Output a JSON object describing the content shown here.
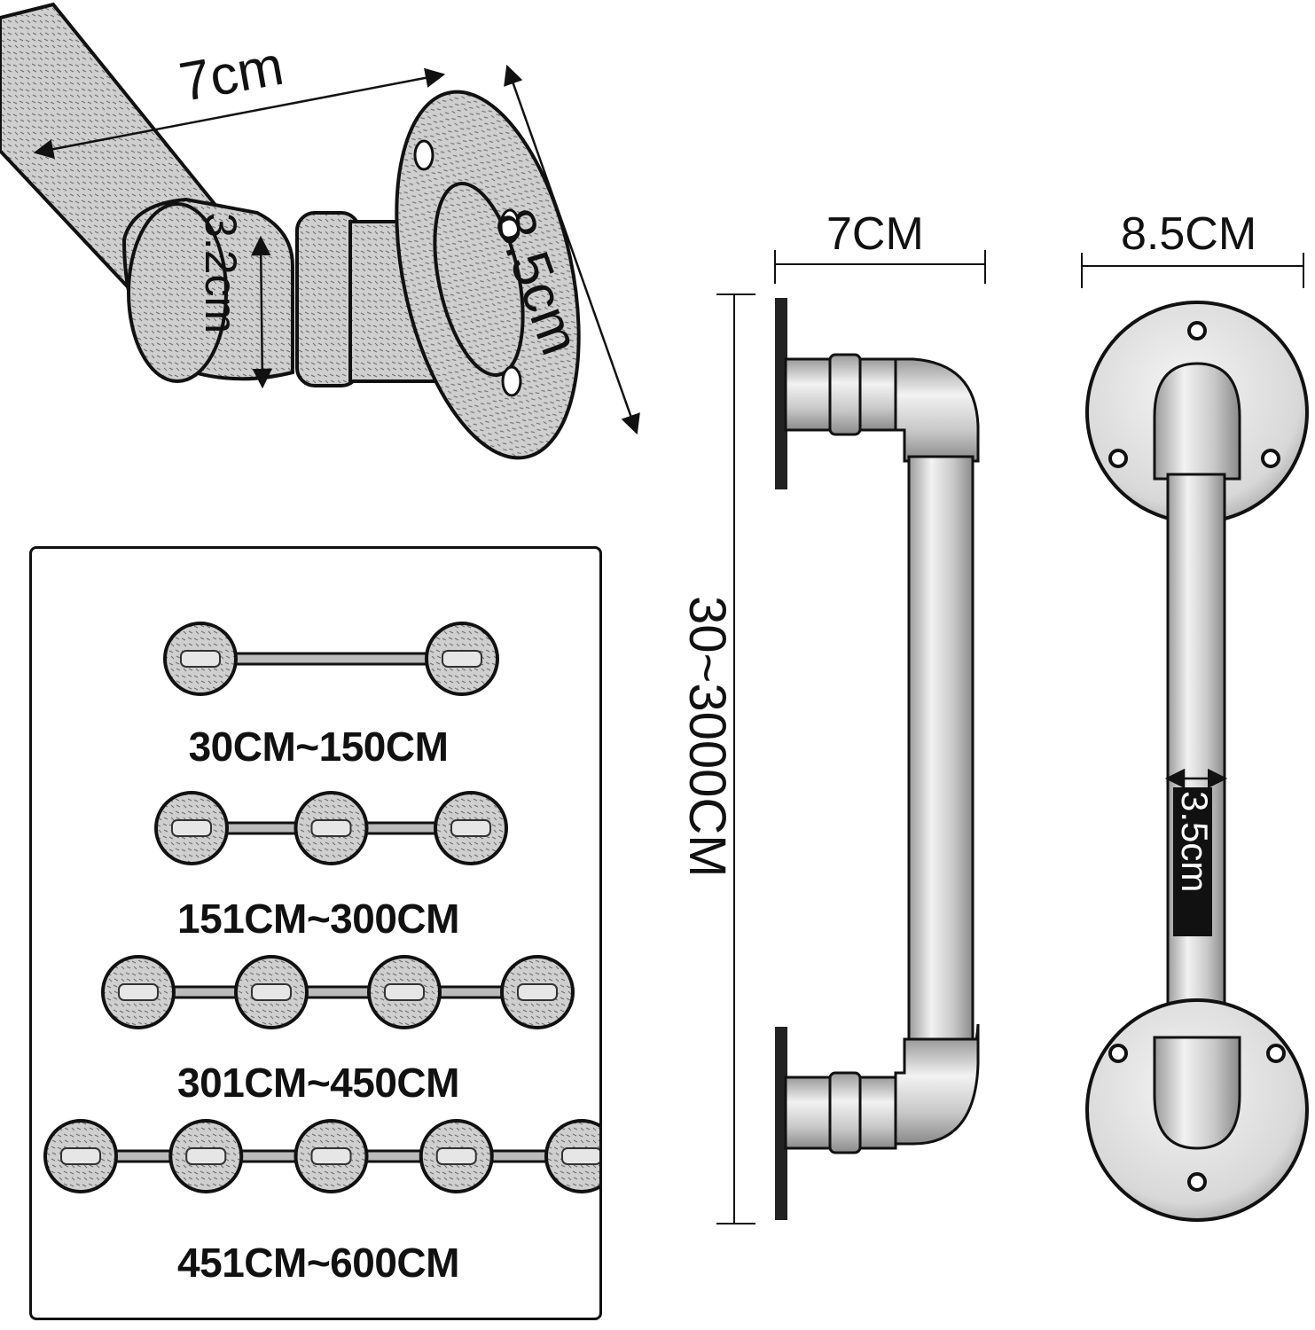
{
  "colors": {
    "ink": "#111111",
    "metal_light": "#e2e2e2",
    "metal_mid": "#b9b9b9",
    "metal_dark": "#8a8a8a",
    "background": "#ffffff"
  },
  "perspective_view": {
    "width_label": "7cm",
    "depth_label": "8.5cm",
    "pipe_diameter_label": "3.2cm"
  },
  "side_view": {
    "width_label": "7CM",
    "length_label": "30~3000CM"
  },
  "front_view": {
    "flange_label": "8.5CM",
    "bar_diameter_label": "3.5cm"
  },
  "length_options": [
    {
      "range": "30CM~150CM",
      "flange_count": 2
    },
    {
      "range": "151CM~300CM",
      "flange_count": 3
    },
    {
      "range": "301CM~450CM",
      "flange_count": 4
    },
    {
      "range": "451CM~600CM",
      "flange_count": 5
    }
  ]
}
